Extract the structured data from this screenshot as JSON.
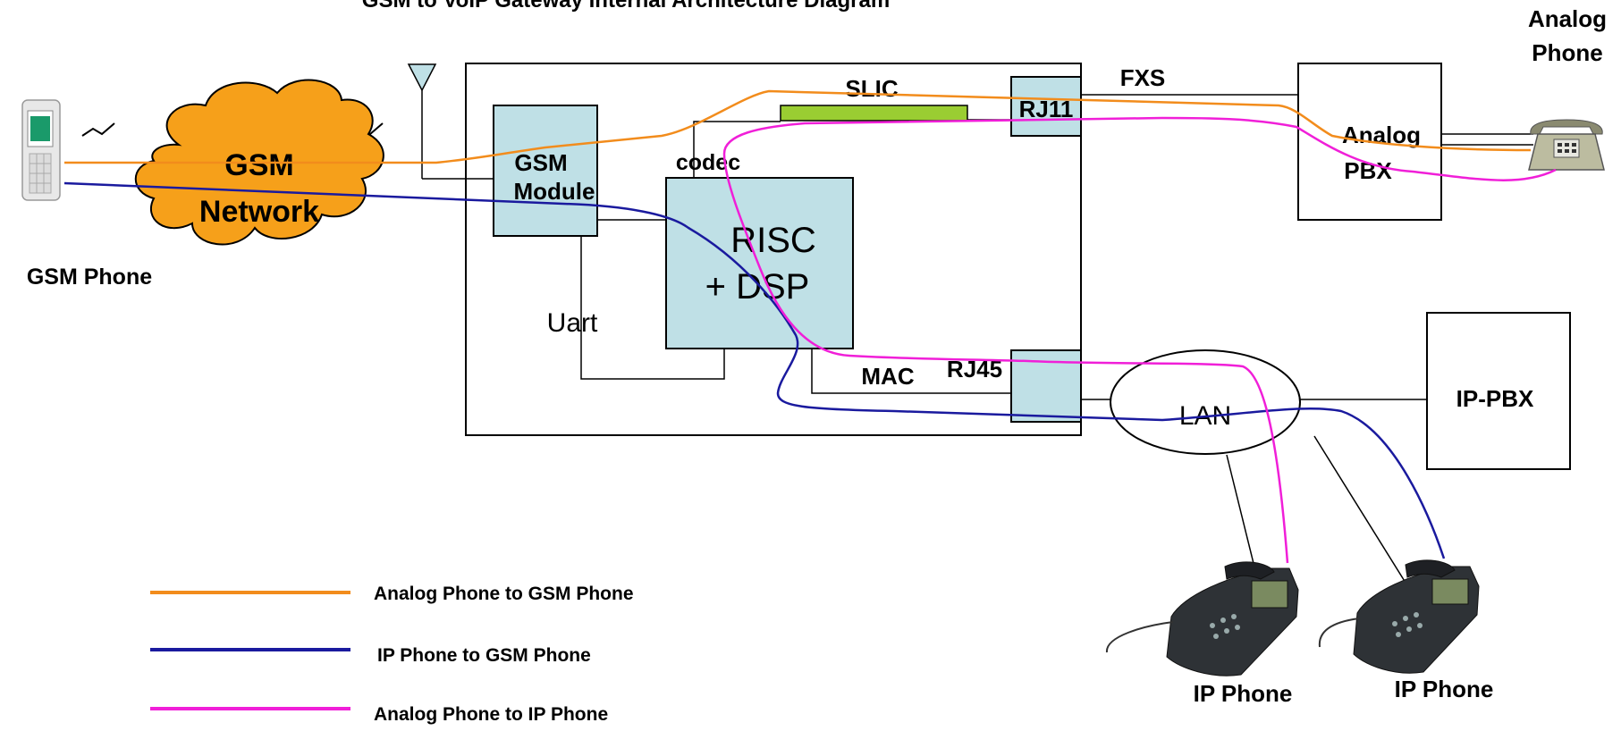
{
  "title": "GSM to VoIP Gateway Internal Architecture Diagram",
  "labels": {
    "analog_phone": [
      "Analog",
      "Phone"
    ],
    "gsm_phone": "GSM Phone",
    "gsm_network": [
      "GSM",
      "Network"
    ],
    "gsm_module": [
      "GSM",
      "Module"
    ],
    "slic": "SLIC",
    "codec": "codec",
    "fxs": "FXS",
    "rj11": "RJ11",
    "rj45": "RJ45",
    "risc_dsp": [
      "RISC",
      "+ DSP"
    ],
    "uart": "Uart",
    "mac": "MAC",
    "analog_pbx": [
      "Analog",
      "PBX"
    ],
    "lan": "LAN",
    "ip_pbx": "IP-PBX",
    "ip_phone_1": "IP Phone",
    "ip_phone_2": "IP Phone"
  },
  "legend": [
    {
      "label": "Analog Phone to GSM Phone",
      "color": "#f28c1c"
    },
    {
      "label": "IP Phone to GSM Phone",
      "color": "#1a1a9e"
    },
    {
      "label": "Analog Phone to IP Phone",
      "color": "#f01fd8"
    }
  ],
  "colors": {
    "box_fill": "#bfe0e6",
    "cloud_fill": "#f6a01a",
    "slic_fill": "#9acd32"
  },
  "icons": [
    "gsm-phone-icon",
    "antenna-icon",
    "analog-phone-icon",
    "ip-phone-icon"
  ]
}
